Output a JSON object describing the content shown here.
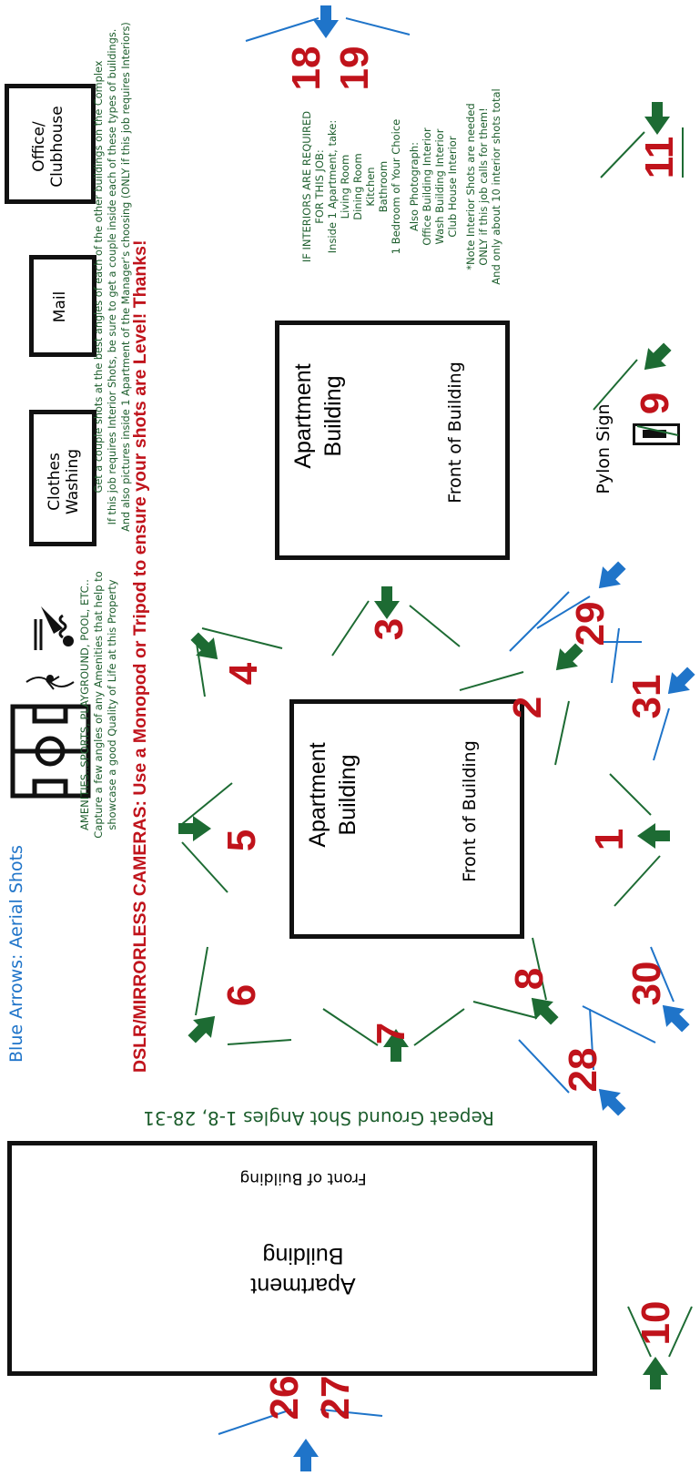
{
  "header": {
    "aerial_label": "Blue Arrows:  Aerial Shots"
  },
  "buildings": {
    "small": [
      {
        "label_line1": "Clothes",
        "label_line2": "Washing"
      },
      {
        "label_line1": "Mail",
        "label_line2": ""
      },
      {
        "label_line1": "Office/",
        "label_line2": "Clubhouse"
      }
    ],
    "apartment_title_1": "Apartment",
    "apartment_title_2": "Building",
    "front_label": "Front of Building"
  },
  "instructions": {
    "amenities_1": "AMENITIES..SPORTS, PLAYGROUND, POOL, ETC..",
    "amenities_2": "Capture a few angles of any Amenities that help to",
    "amenities_3": "showcase a good Quality of Life at this Property",
    "other_1": "Get a couple shots at the best angles of each of the other buildings on the Complex",
    "other_2": "If this job requires Interior Shots, be sure to get a couple inside each of these types of buildings.",
    "other_3": "And also pictures inside 1 Apartment of the Manager's choosing (ONLY if this job requires Interiors)",
    "camera_a": "DSLR/MIRRORLESS CAMERAS:  Use a Monopod or Tripod to ensure your shots are Level! Thanks!",
    "repeat": "Repeat Ground Shot Angles 1-8, 28-31",
    "pylon": "Pylon Sign"
  },
  "interiors": {
    "lines": [
      "IF INTERIORS ARE REQUIRED",
      "FOR THIS JOB:",
      "Inside 1 Apartment, take:",
      "Living Room",
      "Dining Room",
      "Kitchen",
      "Bathroom",
      "1 Bedroom of Your Choice",
      "Also Photograph:",
      "Office Building Interior",
      "Wash Building Interior",
      "Club House Interior",
      "*Note Interior Shots are needed",
      "ONLY if this job calls for them!",
      "And only about 10 interior shots total"
    ]
  },
  "shots": {
    "n1": "1",
    "n2": "2",
    "n3": "3",
    "n4": "4",
    "n5": "5",
    "n6": "6",
    "n7": "7",
    "n8": "8",
    "n9": "9",
    "n10": "10",
    "n11": "11",
    "n18": "18",
    "n19": "19",
    "n26": "26",
    "n27": "27",
    "n28": "28",
    "n29": "29",
    "n30": "30",
    "n31": "31"
  },
  "colors": {
    "ground_arrow": "#1d6b33",
    "aerial_arrow": "#1f74c9",
    "shot_number": "#c0131b",
    "text_green": "#1d5e2d",
    "aerial_label": "#1f74c9"
  },
  "icons": [
    "soccer-field-icon",
    "playground-swing-icon",
    "swimmer-icon"
  ]
}
